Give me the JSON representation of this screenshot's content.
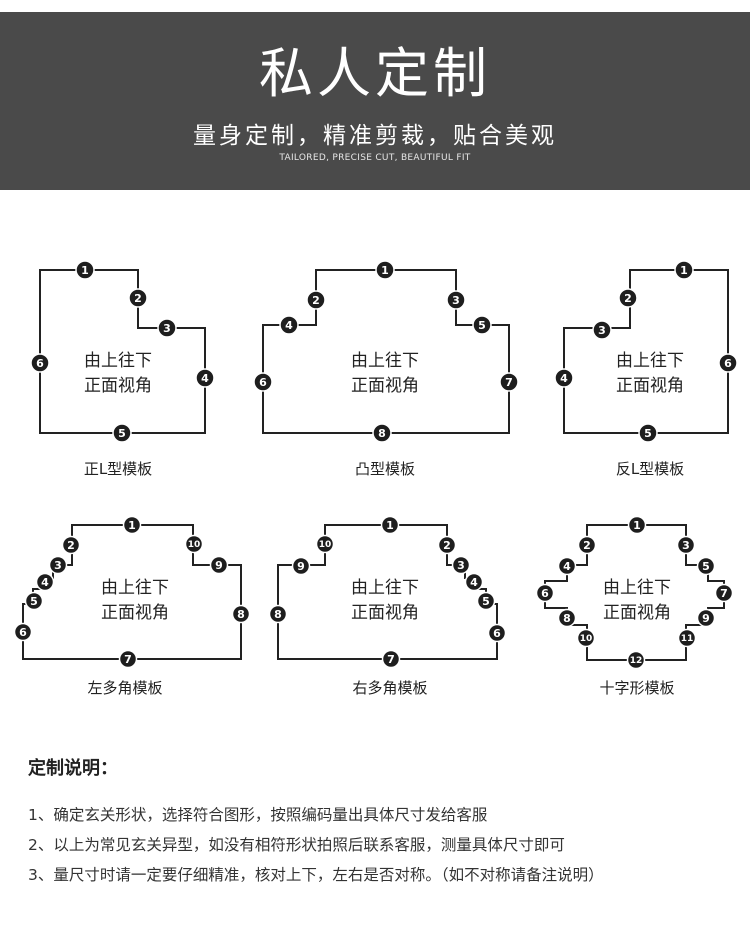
{
  "header": {
    "title": "私人定制",
    "subtitle": "量身定制，精准剪裁，贴合美观",
    "subtitle_en": "TAILORED, PRECISE CUT, BEAUTIFUL FIT"
  },
  "diagrams": [
    {
      "id": "zheng-l",
      "label": "正L型模板",
      "center": [
        "由上往下",
        "正面视角"
      ],
      "markers": [
        "1",
        "2",
        "3",
        "4",
        "5",
        "6"
      ]
    },
    {
      "id": "tu",
      "label": "凸型模板",
      "center": [
        "由上往下",
        "正面视角"
      ],
      "markers": [
        "1",
        "2",
        "3",
        "4",
        "5",
        "6",
        "7",
        "8"
      ]
    },
    {
      "id": "fan-l",
      "label": "反L型模板",
      "center": [
        "由上往下",
        "正面视角"
      ],
      "markers": [
        "1",
        "2",
        "3",
        "4",
        "5",
        "6"
      ]
    },
    {
      "id": "zuo-duojiao",
      "label": "左多角模板",
      "center": [
        "由上往下",
        "正面视角"
      ],
      "markers": [
        "1",
        "2",
        "3",
        "4",
        "5",
        "6",
        "7",
        "8",
        "9",
        "10"
      ]
    },
    {
      "id": "you-duojiao",
      "label": "右多角模板",
      "center": [
        "由上往下",
        "正面视角"
      ],
      "markers": [
        "1",
        "2",
        "3",
        "4",
        "5",
        "6",
        "7",
        "8",
        "9",
        "10"
      ]
    },
    {
      "id": "shizi",
      "label": "十字形模板",
      "center": [
        "由上往下",
        "正面视角"
      ],
      "markers": [
        "1",
        "2",
        "3",
        "4",
        "5",
        "6",
        "7",
        "8",
        "9",
        "10",
        "11",
        "12"
      ]
    }
  ],
  "instructions": {
    "heading": "定制说明：",
    "lines": [
      "1、确定玄关形状，选择符合图形，按照编码量出具体尺寸发给客服",
      "2、以上为常见玄关异型，如没有相符形状拍照后联系客服，测量具体尺寸即可",
      "3、量尺寸时请一定要仔细精准，核对上下，左右是否对称。（如不对称请备注说明）"
    ]
  }
}
